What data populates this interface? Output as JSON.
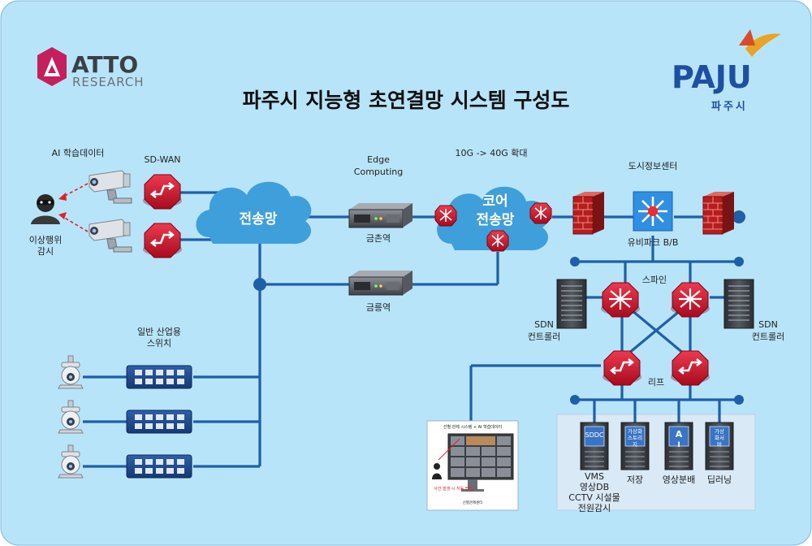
{
  "title": "파주시 지능형 초연결망 시스템 구성도",
  "logos": {
    "atto": {
      "line1": "ATTO",
      "line2": "RESEARCH"
    },
    "paju": {
      "en": "PAJU",
      "ko": "파주시"
    }
  },
  "labels": {
    "ai_data": "AI 학습데이터",
    "sdwan": "SD-WAN",
    "anomaly_1": "이상행위",
    "anomaly_2": "감시",
    "transport_net": "전송망",
    "edge_1": "Edge",
    "edge_2": "Computing",
    "upgrade": "10G -> 40G 확대",
    "core_1": "코어",
    "core_2": "전송망",
    "city_center": "도시정보센터",
    "ubipark": "유비파크 B/B",
    "geumchon": "금촌역",
    "geumneung": "금릉역",
    "spine": "스파인",
    "leaf": "리프",
    "sdn_1": "SDN",
    "sdn_2": "컨트롤러",
    "switch_1": "일반 산업용",
    "switch_2": "스위치",
    "vms_1": "VMS",
    "vms_2": "영상DB",
    "vms_3": "CCTV 시설물",
    "vms_4": "전원감시",
    "storage": "저장",
    "analysis": "영상분배",
    "deep": "딥러닝",
    "rack_sddc": "SDDC",
    "rack_storage_1": "가상화",
    "rack_storage_2": "스토리",
    "rack_storage_3": "지",
    "rack_ai_1": "A",
    "rack_ai_2": "I",
    "rack_deep_1": "가상",
    "rack_deep_2": "화서",
    "rack_deep_3": "버",
    "monitor_title": "선별 관제 시스템 + AI 학습데이터",
    "monitor_alert": "사건 발생 시 자동 팝업 !",
    "monitor_footer": "선별관제센터"
  },
  "colors": {
    "bg": "#b8e4f9",
    "cloud": "#3f9fda",
    "line": "#1f5fa8",
    "router": "#c9102a",
    "title_text": "#111111",
    "atto": "#c51f5d",
    "paju": "#1f4fa0"
  }
}
